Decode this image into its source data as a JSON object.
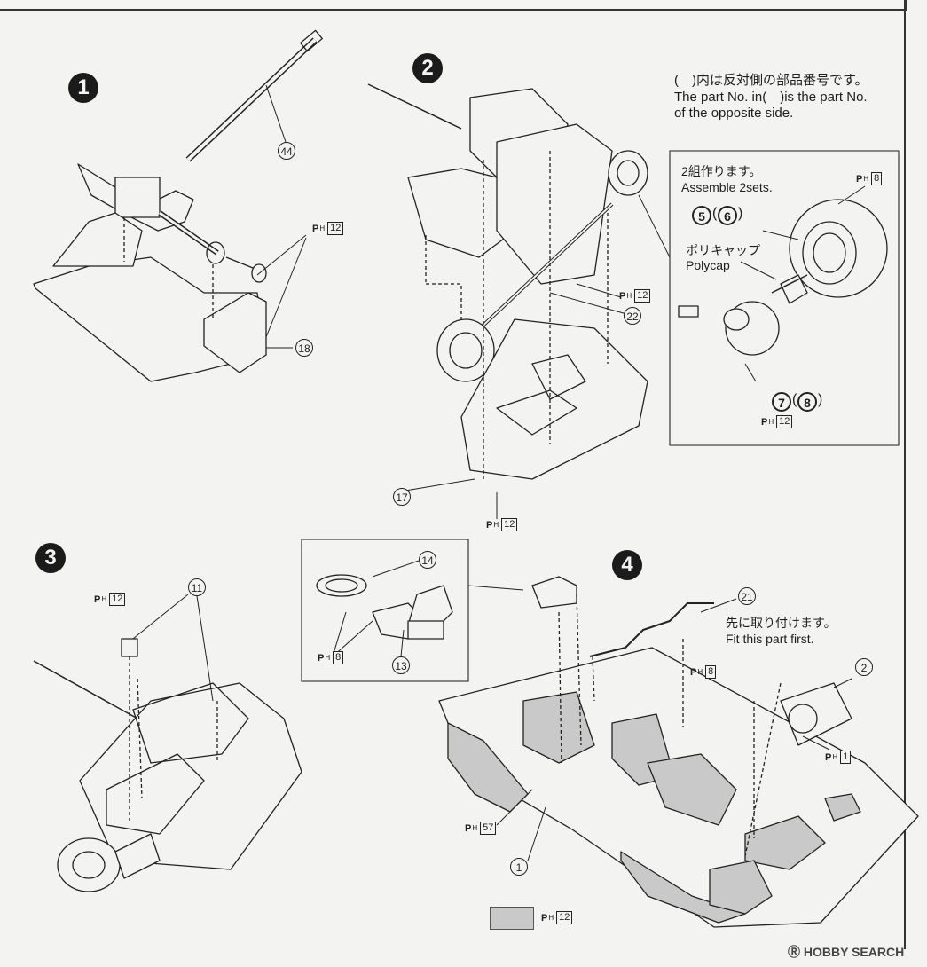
{
  "steps": {
    "s1": "1",
    "s2": "2",
    "s3": "3",
    "s4": "4"
  },
  "notes": {
    "opposite_jp": "(　)内は反対側の部品番号です。",
    "opposite_en1": "The part No. in(　)is the part No.",
    "opposite_en2": "of the opposite side.",
    "two_sets_jp": "2組作ります。",
    "two_sets_en": "Assemble 2sets.",
    "polycap_jp": "ポリキャップ",
    "polycap_en": "Polycap",
    "first_jp": "先に取り付けます。",
    "first_en": "Fit this part first."
  },
  "parts": {
    "p44": "44",
    "p18": "18",
    "p22": "22",
    "p17": "17",
    "p5": "5",
    "p6": "6",
    "p7": "7",
    "p8": "8",
    "p11": "11",
    "p14": "14",
    "p13": "13",
    "p21": "21",
    "p2": "2",
    "p1": "1"
  },
  "paint": {
    "ph": "P",
    "sub": "H",
    "c12": "12",
    "c8": "8",
    "c1": "1",
    "c57": "57"
  },
  "legend": {
    "swatch_color": "#c9c9c9",
    "code": "12"
  },
  "watermark": "Ⓡ HOBBY SEARCH"
}
